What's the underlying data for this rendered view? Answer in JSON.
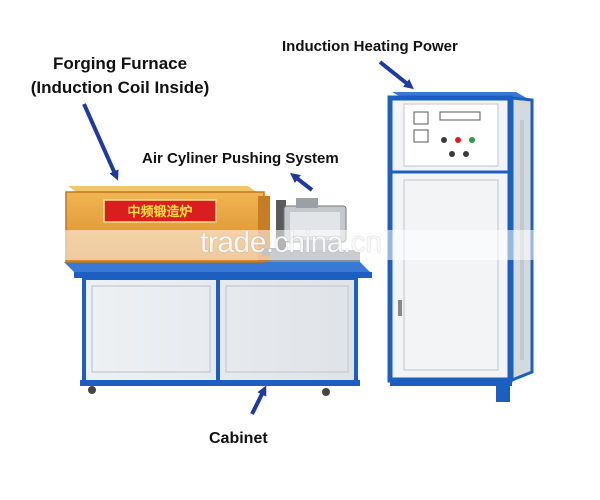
{
  "labels": {
    "forging_furnace_line1": "Forging Furnace",
    "forging_furnace_line2": "(Induction Coil Inside)",
    "induction_heating_power": "Induction Heating Power",
    "air_cylinder_pushing": "Air Cyliner Pushing System",
    "cabinet": "Cabinet"
  },
  "furnace_sign": "中频锻造炉",
  "watermark": "trade.china.cn",
  "colors": {
    "arrow": "#1f3a9c",
    "frame_blue": "#1d5fc0",
    "furnace_orange": "#e8a03a",
    "sign_red": "#d81e1e",
    "panel_white": "#f2f4f6"
  }
}
